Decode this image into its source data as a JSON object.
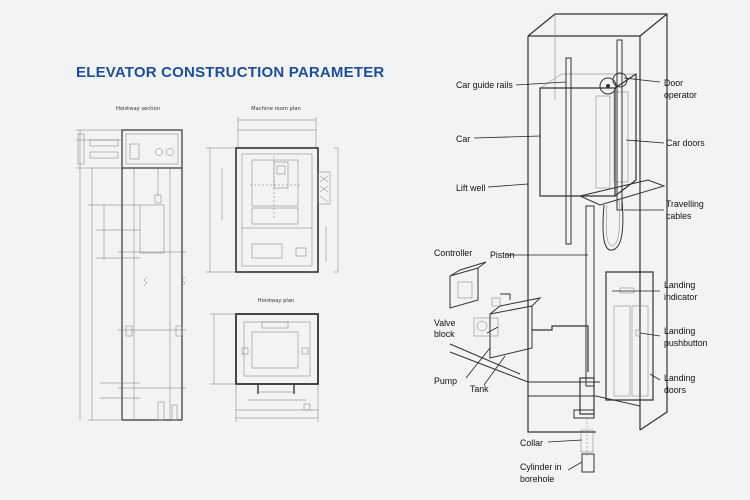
{
  "title": "ELEVATOR CONSTRUCTION PARAMETER",
  "drawings": {
    "hoistway_section": "Hoistway section",
    "machine_room_plan": "Machine room plan",
    "hoistway_plan": "Hoistway plan"
  },
  "components": {
    "car_guide_rails": "Car guide rails",
    "car": "Car",
    "lift_well": "Lift well",
    "controller": "Controller",
    "valve_block_1": "Valve",
    "valve_block_2": "block",
    "pump": "Pump",
    "tank": "Tank",
    "piston": "Piston",
    "door_operator_1": "Door",
    "door_operator_2": "operator",
    "car_doors": "Car doors",
    "travelling_cables_1": "Travelling",
    "travelling_cables_2": "cables",
    "landing_indicator_1": "Landing",
    "landing_indicator_2": "indicator",
    "landing_pushbutton_1": "Landing",
    "landing_pushbutton_2": "pushbutton",
    "landing_doors_1": "Landing",
    "landing_doors_2": "doors",
    "collar": "Collar",
    "cylinder_1": "Cylinder in",
    "cylinder_2": "borehole"
  }
}
